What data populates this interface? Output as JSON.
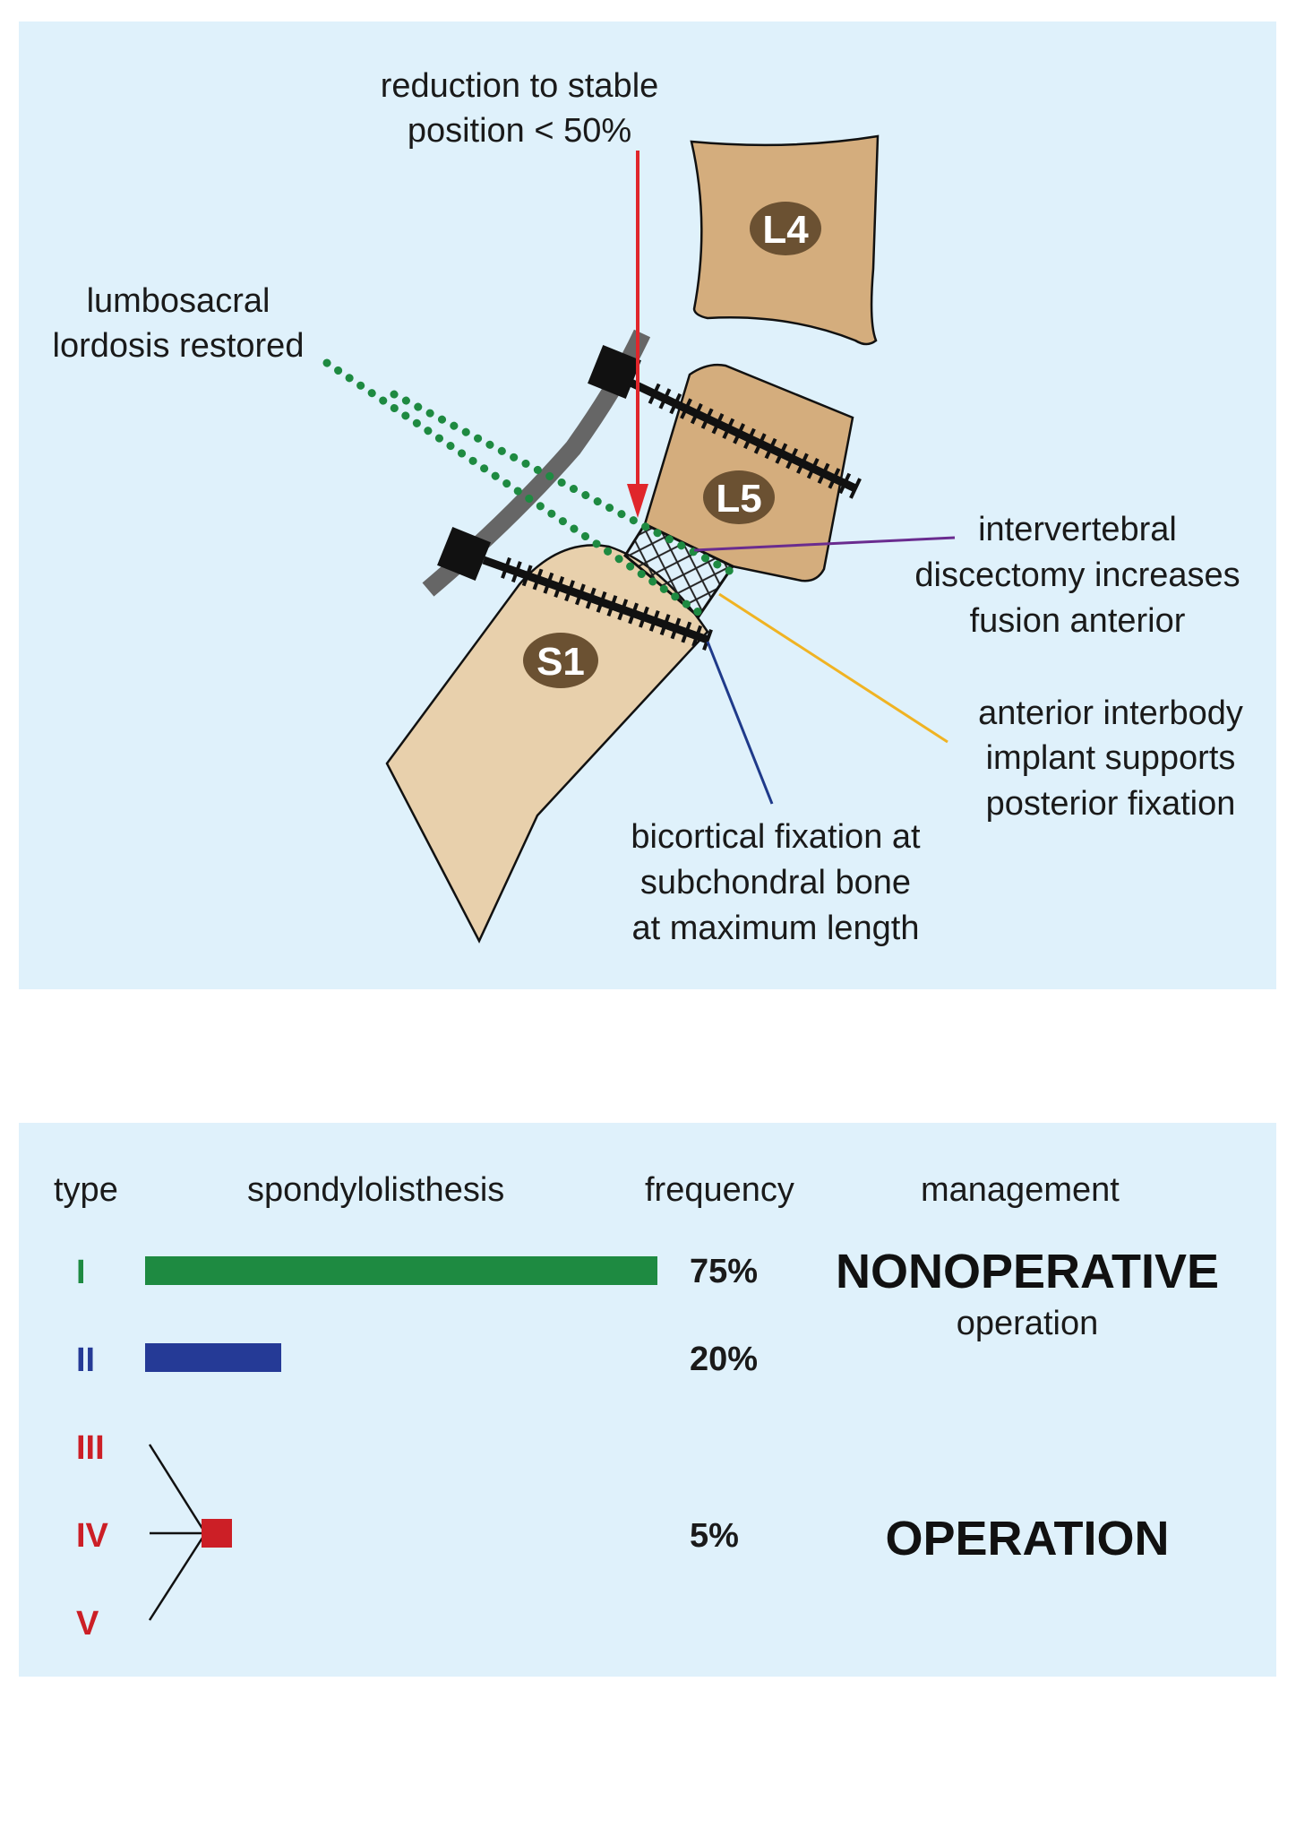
{
  "diagram": {
    "vertebrae": {
      "l4": "L4",
      "l5": "L5",
      "s1": "S1"
    },
    "labels": {
      "reduction_line1": "reduction to stable",
      "reduction_line2": "position < 50%",
      "lordosis_line1": "lumbosacral",
      "lordosis_line2": "lordosis restored",
      "discectomy_line1": "intervertebral",
      "discectomy_line2": "discectomy increases",
      "discectomy_line3": "fusion anterior",
      "implant_line1": "anterior interbody",
      "implant_line2": "implant supports",
      "implant_line3": "posterior fixation",
      "bicortical_line1": "bicortical fixation at",
      "bicortical_line2": "subchondral bone",
      "bicortical_line3": "at maximum length"
    },
    "colors": {
      "panel_bg": "#dff1fb",
      "bone_dark": "#d4ad7d",
      "bone_light": "#e8d0ac",
      "badge": "#6b5132",
      "arrow": "#e0262b",
      "dotted": "#1e8a41",
      "rod": "#666666",
      "purple": "#6a2c8f",
      "orange": "#f0b323",
      "navy": "#1f3a8a"
    }
  },
  "table": {
    "headers": {
      "type": "type",
      "spondylolisthesis": "spondylolisthesis",
      "frequency": "frequency",
      "management": "management"
    },
    "rows": [
      {
        "type": "I",
        "color": "#1e8a41",
        "frequency": "75%",
        "fraction": 0.75
      },
      {
        "type": "II",
        "color": "#253a96",
        "frequency": "20%",
        "fraction": 0.2
      },
      {
        "type": "III",
        "color": "#cc1f26"
      },
      {
        "type": "IV",
        "color": "#cc1f26",
        "frequency": "5%"
      },
      {
        "type": "V",
        "color": "#cc1f26"
      }
    ],
    "management": {
      "nonoperative": "NONOPERATIVE",
      "nonoperative_sub": "operation",
      "operation": "OPERATION"
    }
  }
}
